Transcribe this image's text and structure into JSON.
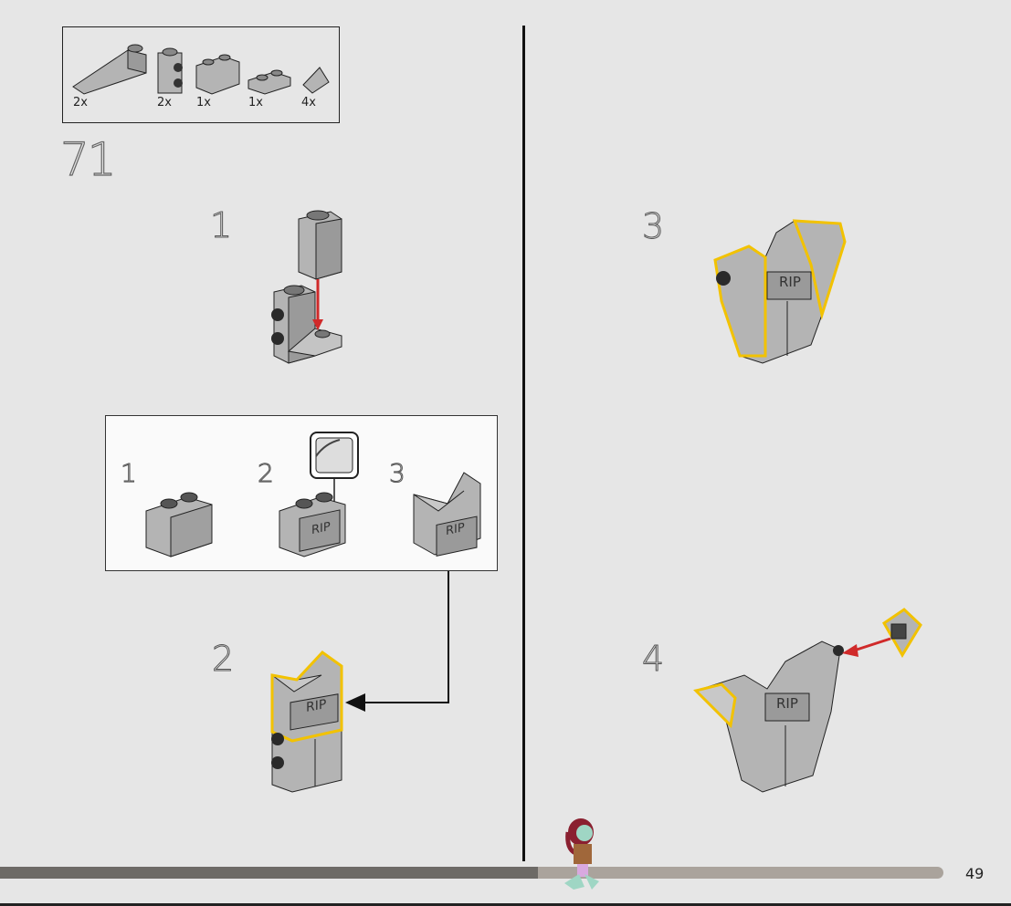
{
  "parts": [
    {
      "icon": "slope-brick-icon",
      "qty": "2x"
    },
    {
      "icon": "brick-studs-side-icon",
      "qty": "2x"
    },
    {
      "icon": "brick-1x2-icon",
      "qty": "1x"
    },
    {
      "icon": "plate-1x2-icon",
      "qty": "1x"
    },
    {
      "icon": "slope-tile-icon",
      "qty": "4x"
    }
  ],
  "step_number": "71",
  "substeps": {
    "s1": "1",
    "s2": "2",
    "s3": "3",
    "s4": "4"
  },
  "callout": {
    "n1": "1",
    "n2": "2",
    "n3": "3"
  },
  "sticker_text": "RIP",
  "progress": 0.57,
  "page_number": "49",
  "colors": {
    "brick": "#b4b4b4",
    "brick_dark": "#8c8c8c",
    "highlight": "#f2c200",
    "arrow_red": "#d02a2a",
    "background": "#e6e6e6"
  }
}
